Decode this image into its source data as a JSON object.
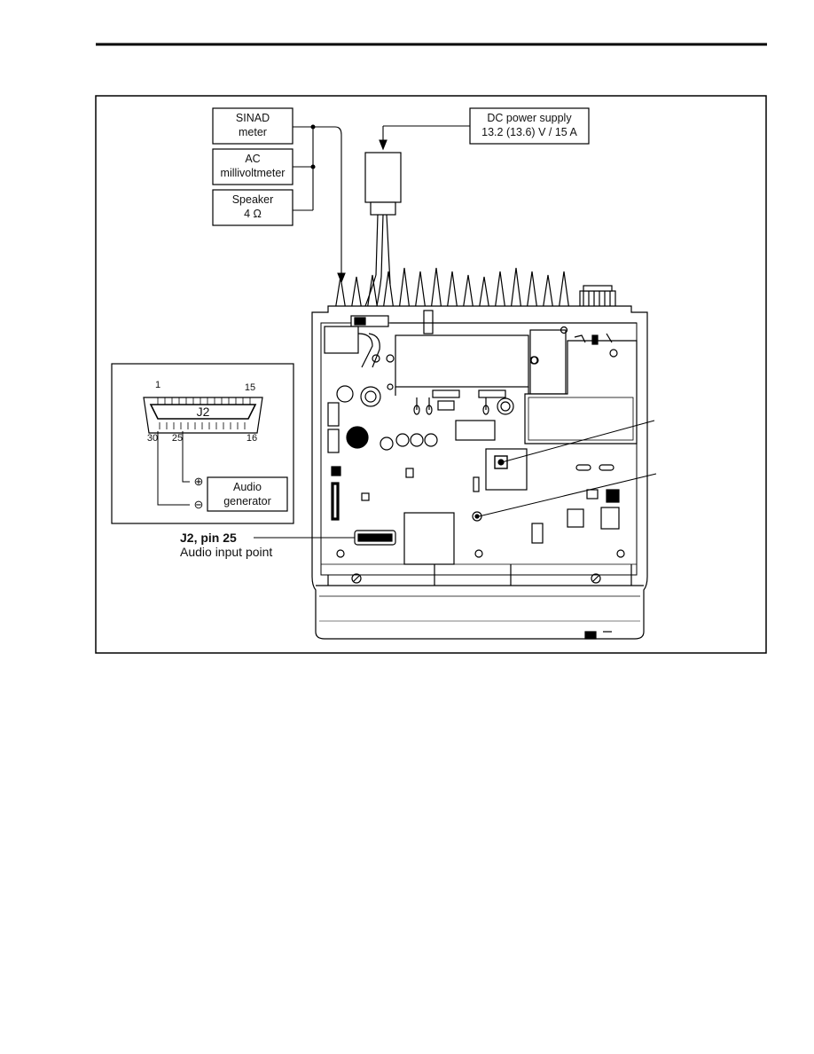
{
  "instruments": {
    "sinad": [
      "SINAD",
      "meter"
    ],
    "ac_mv": [
      "AC",
      "millivoltmeter"
    ],
    "speaker": [
      "Speaker",
      "4 Ω"
    ]
  },
  "dc_supply": [
    "DC power supply",
    "13.2 (13.6) V / 15 A"
  ],
  "connector": {
    "name": "J2",
    "pin_1": "1",
    "pin_15": "15",
    "pin_30": "30",
    "pin_25": "25",
    "pin_16": "16",
    "plus_symbol": "⊕",
    "minus_symbol": "⊖"
  },
  "audio_generator": [
    "Audio",
    "generator"
  ],
  "callout": {
    "title": "J2, pin 25",
    "subtitle": "Audio input point"
  }
}
